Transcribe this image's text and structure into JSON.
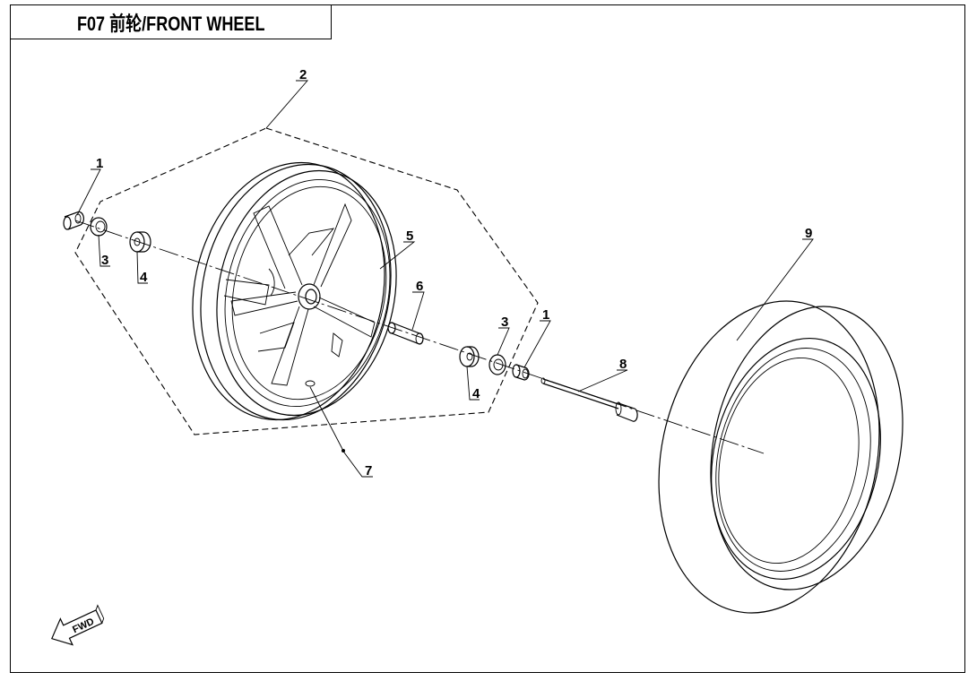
{
  "title": "F07 前轮/FRONT WHEEL",
  "fwd_label": "FWD",
  "callouts": [
    {
      "id": "1a",
      "label": "1"
    },
    {
      "id": "2",
      "label": "2"
    },
    {
      "id": "3a",
      "label": "3"
    },
    {
      "id": "4a",
      "label": "4"
    },
    {
      "id": "5",
      "label": "5"
    },
    {
      "id": "6",
      "label": "6"
    },
    {
      "id": "3b",
      "label": "3"
    },
    {
      "id": "1b",
      "label": "1"
    },
    {
      "id": "4b",
      "label": "4"
    },
    {
      "id": "8",
      "label": "8"
    },
    {
      "id": "7",
      "label": "7"
    },
    {
      "id": "9",
      "label": "9"
    }
  ]
}
